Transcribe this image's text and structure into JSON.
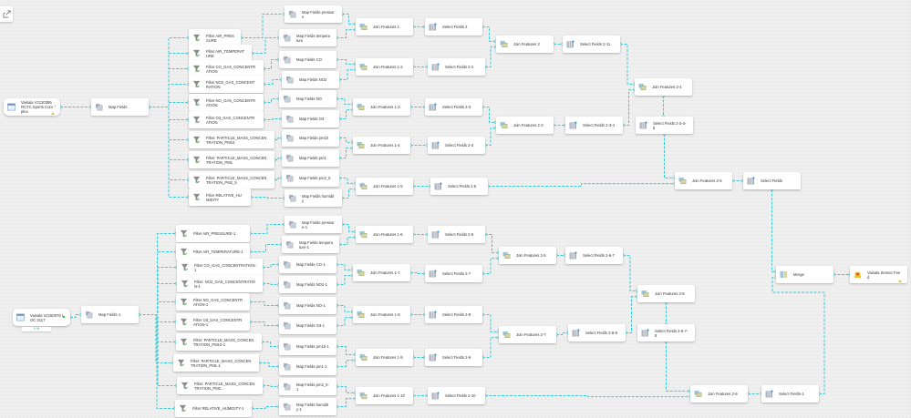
{
  "colors": {
    "edge": "#3fc9d2",
    "node_bg": "#ffffff",
    "canvas": "#efefef",
    "warning": "#f0c419"
  },
  "toolbar": {
    "export_icon": "open-external-icon"
  },
  "nodes": [
    {
      "id": "src1",
      "type": "source",
      "label": "Vaisala V2130395 RCTC Sports Complex",
      "warning": true
    },
    {
      "id": "mf",
      "type": "map",
      "label": "Map Fields"
    },
    {
      "id": "f1",
      "type": "filter",
      "label": "Filter AIR_PRESSURE"
    },
    {
      "id": "f2",
      "type": "filter",
      "label": "Filter AIR_TEMPERATURE"
    },
    {
      "id": "f3",
      "type": "filter",
      "label": "Filter CO_GAS_CONCENTRATION"
    },
    {
      "id": "f4",
      "type": "filter",
      "label": "Filter NO2_GAS_CONCENTRATION"
    },
    {
      "id": "f5",
      "type": "filter",
      "label": "Filter NO_GAS_CONCENTRATION"
    },
    {
      "id": "f6",
      "type": "filter",
      "label": "Filter O3_GAS_CONCENTRATION"
    },
    {
      "id": "f7",
      "type": "filter",
      "label": "Filter: PARTICLE_MASS_CONCENTRATION_PM10"
    },
    {
      "id": "f8",
      "type": "filter",
      "label": "Filter: PARTICLE_MASS_CONCENTRATION_PM1"
    },
    {
      "id": "f9",
      "type": "filter",
      "label": "Filter: PARTICLE_MASS_CONCENTRATION_PM2_5"
    },
    {
      "id": "f10",
      "type": "filter",
      "label": "Filter RELATIVE_HUMIDITY"
    },
    {
      "id": "m1",
      "type": "map",
      "label": "Map Fields pressure"
    },
    {
      "id": "m2",
      "type": "map",
      "label": "Map Fields temperature"
    },
    {
      "id": "m3",
      "type": "map",
      "label": "Map Fields CO"
    },
    {
      "id": "m4",
      "type": "map",
      "label": "Map Fields NO2"
    },
    {
      "id": "m5",
      "type": "map",
      "label": "Map Fields NO"
    },
    {
      "id": "m6",
      "type": "map",
      "label": "Map Fields O3"
    },
    {
      "id": "m7",
      "type": "map",
      "label": "Map Fields pm10"
    },
    {
      "id": "m8",
      "type": "map",
      "label": "Map Fields pm1"
    },
    {
      "id": "m9",
      "type": "map",
      "label": "Map Fields pm2_5"
    },
    {
      "id": "m10",
      "type": "map",
      "label": "Map Fields humidity"
    },
    {
      "id": "j1",
      "type": "join",
      "label": "Join Features 1"
    },
    {
      "id": "j12",
      "type": "join",
      "label": "Join Features 1-2"
    },
    {
      "id": "j13",
      "type": "join",
      "label": "Join Features 1-3"
    },
    {
      "id": "j14",
      "type": "join",
      "label": "Join Features 1-4"
    },
    {
      "id": "j15",
      "type": "join",
      "label": "Join Features 1-5"
    },
    {
      "id": "s2",
      "type": "select",
      "label": "Select Fields 2"
    },
    {
      "id": "s22",
      "type": "select",
      "label": "Select Fields 2-2"
    },
    {
      "id": "s23",
      "type": "select",
      "label": "Select Fields 2-3"
    },
    {
      "id": "s24",
      "type": "select",
      "label": "Select Fields 2-4"
    },
    {
      "id": "s25",
      "type": "select",
      "label": "Select Fields 2-5"
    },
    {
      "id": "j2",
      "type": "join",
      "label": "Join Features 2"
    },
    {
      "id": "s211",
      "type": "select",
      "label": "Select Fields 2-11"
    },
    {
      "id": "j23",
      "type": "join",
      "label": "Join Features 2-3"
    },
    {
      "id": "s234",
      "type": "select",
      "label": "Select Fields 2-3-4"
    },
    {
      "id": "j24",
      "type": "join",
      "label": "Join Features 2-4"
    },
    {
      "id": "s2345",
      "type": "select",
      "label": "Select Fields 2-3-4-5"
    },
    {
      "id": "j26",
      "type": "join",
      "label": "Join Features 2-6"
    },
    {
      "id": "sf",
      "type": "select",
      "label": "Select Fields"
    },
    {
      "id": "merge",
      "type": "merge",
      "label": "Merge"
    },
    {
      "id": "feed",
      "type": "feed",
      "label": "Vaisala Sensor Feed",
      "warning": true
    },
    {
      "id": "src2",
      "type": "source",
      "label": "Vaisala V2150076 IOC 2117",
      "status": "0 %"
    },
    {
      "id": "mfb",
      "type": "map",
      "label": "Map Fields-1"
    },
    {
      "id": "g1",
      "type": "filter",
      "label": "Filter AIR_PRESSURE-1"
    },
    {
      "id": "g2",
      "type": "filter",
      "label": "Filter AIR_TEMPERATURE-1"
    },
    {
      "id": "g3",
      "type": "filter",
      "label": "Filter CO_GAS_CONCENTRATION-1"
    },
    {
      "id": "g4",
      "type": "filter",
      "label": "Filter: NO2_GAS_CONCENTRATION-1"
    },
    {
      "id": "g5",
      "type": "filter",
      "label": "Filter NO_GAS_CONCENTRATION-1"
    },
    {
      "id": "g6",
      "type": "filter",
      "label": "Filter O3_GAS_CONCENTRATION-1"
    },
    {
      "id": "g7",
      "type": "filter",
      "label": "Filter: PARTICLE_MASS_CONCENTRATION_PM10-1"
    },
    {
      "id": "g8",
      "type": "filter",
      "label": "Filter: PARTICLE_MASS_CONCENTRATION_PM1-1"
    },
    {
      "id": "g9",
      "type": "filter",
      "label": "Filter: PARTICLE_MASS_CONCENTRATION_PM2..."
    },
    {
      "id": "g10",
      "type": "filter",
      "label": "Filter RELATIVE_HUMIDITY-1"
    },
    {
      "id": "n1",
      "type": "map",
      "label": "Map Fields pressure-1"
    },
    {
      "id": "n2",
      "type": "map",
      "label": "Map Fields temperature-1"
    },
    {
      "id": "n3",
      "type": "map",
      "label": "Map Fields CO-1"
    },
    {
      "id": "n4",
      "type": "map",
      "label": "Map Fields NO2-1"
    },
    {
      "id": "n5",
      "type": "map",
      "label": "Map Fields NO-1"
    },
    {
      "id": "n6",
      "type": "map",
      "label": "Map Fields O3-1"
    },
    {
      "id": "n7",
      "type": "map",
      "label": "Map Fields pm10-1"
    },
    {
      "id": "n8",
      "type": "map",
      "label": "Map Fields pm1-1"
    },
    {
      "id": "n9",
      "type": "map",
      "label": "Map Fields pm2_5-1"
    },
    {
      "id": "n10",
      "type": "map",
      "label": "Map Fields humidity-1"
    },
    {
      "id": "j16",
      "type": "join",
      "label": "Join Features 1-6"
    },
    {
      "id": "j17",
      "type": "join",
      "label": "Join Features 1-7"
    },
    {
      "id": "j18",
      "type": "join",
      "label": "Join Features 1-8"
    },
    {
      "id": "j19",
      "type": "join",
      "label": "Join Features 1-9"
    },
    {
      "id": "j110",
      "type": "join",
      "label": "Join Features 1-10"
    },
    {
      "id": "s26",
      "type": "select",
      "label": "Select Fields 2-6"
    },
    {
      "id": "s27",
      "type": "select",
      "label": "Select Fields 2-7"
    },
    {
      "id": "s28",
      "type": "select",
      "label": "Select Fields 2-8"
    },
    {
      "id": "s29",
      "type": "select",
      "label": "Select Fields 2-9"
    },
    {
      "id": "s210",
      "type": "select",
      "label": "Select Fields 2-10"
    },
    {
      "id": "j25",
      "type": "join",
      "label": "Join Features 2-5"
    },
    {
      "id": "s267",
      "type": "select",
      "label": "Select Fields 2-6-7"
    },
    {
      "id": "j27",
      "type": "join",
      "label": "Join Features 2-7"
    },
    {
      "id": "s289",
      "type": "select",
      "label": "Select Fields 2-8-9"
    },
    {
      "id": "j28",
      "type": "join",
      "label": "Join Features 2-8"
    },
    {
      "id": "s2678",
      "type": "select",
      "label": "Select Fields 2-6-7-8"
    },
    {
      "id": "j29",
      "type": "join",
      "label": "Join Features 2-9"
    },
    {
      "id": "sf1",
      "type": "select",
      "label": "Select Fields-1"
    }
  ],
  "edges": [
    [
      "src1",
      "mf"
    ],
    [
      "mf",
      "f1"
    ],
    [
      "mf",
      "f2"
    ],
    [
      "mf",
      "f3"
    ],
    [
      "mf",
      "f4"
    ],
    [
      "mf",
      "f5"
    ],
    [
      "mf",
      "f6"
    ],
    [
      "mf",
      "f7"
    ],
    [
      "mf",
      "f8"
    ],
    [
      "mf",
      "f9"
    ],
    [
      "mf",
      "f10"
    ],
    [
      "f1",
      "m1"
    ],
    [
      "f2",
      "m2"
    ],
    [
      "f3",
      "m3"
    ],
    [
      "f4",
      "m4"
    ],
    [
      "f5",
      "m5"
    ],
    [
      "f6",
      "m6"
    ],
    [
      "f7",
      "m7"
    ],
    [
      "f8",
      "m8"
    ],
    [
      "f9",
      "m9"
    ],
    [
      "f10",
      "m10"
    ],
    [
      "m1",
      "j1"
    ],
    [
      "m2",
      "j1"
    ],
    [
      "m3",
      "j12"
    ],
    [
      "m4",
      "j12"
    ],
    [
      "m5",
      "j13"
    ],
    [
      "m6",
      "j13"
    ],
    [
      "m7",
      "j14"
    ],
    [
      "m8",
      "j14"
    ],
    [
      "m9",
      "j15"
    ],
    [
      "m10",
      "j15"
    ],
    [
      "j1",
      "s2"
    ],
    [
      "j12",
      "s22"
    ],
    [
      "j13",
      "s23"
    ],
    [
      "j14",
      "s24"
    ],
    [
      "j15",
      "s25"
    ],
    [
      "s2",
      "j2"
    ],
    [
      "s22",
      "j2"
    ],
    [
      "j2",
      "s211"
    ],
    [
      "s23",
      "j23"
    ],
    [
      "s24",
      "j23"
    ],
    [
      "j23",
      "s234"
    ],
    [
      "s211",
      "j24"
    ],
    [
      "s234",
      "j24"
    ],
    [
      "j24",
      "s2345"
    ],
    [
      "s2345",
      "j26"
    ],
    [
      "s25",
      "j26"
    ],
    [
      "j26",
      "sf"
    ],
    [
      "sf",
      "merge"
    ],
    [
      "src2",
      "mfb"
    ],
    [
      "mfb",
      "g1"
    ],
    [
      "mfb",
      "g2"
    ],
    [
      "mfb",
      "g3"
    ],
    [
      "mfb",
      "g4"
    ],
    [
      "mfb",
      "g5"
    ],
    [
      "mfb",
      "g6"
    ],
    [
      "mfb",
      "g7"
    ],
    [
      "mfb",
      "g8"
    ],
    [
      "mfb",
      "g9"
    ],
    [
      "mfb",
      "g10"
    ],
    [
      "g1",
      "n1"
    ],
    [
      "g2",
      "n2"
    ],
    [
      "g3",
      "n3"
    ],
    [
      "g4",
      "n4"
    ],
    [
      "g5",
      "n5"
    ],
    [
      "g6",
      "n6"
    ],
    [
      "g7",
      "n7"
    ],
    [
      "g8",
      "n8"
    ],
    [
      "g9",
      "n9"
    ],
    [
      "g10",
      "n10"
    ],
    [
      "n1",
      "j16"
    ],
    [
      "n2",
      "j16"
    ],
    [
      "n3",
      "j17"
    ],
    [
      "n4",
      "j17"
    ],
    [
      "n5",
      "j18"
    ],
    [
      "n6",
      "j18"
    ],
    [
      "n7",
      "j19"
    ],
    [
      "n8",
      "j19"
    ],
    [
      "n9",
      "j110"
    ],
    [
      "n10",
      "j110"
    ],
    [
      "j16",
      "s26"
    ],
    [
      "j17",
      "s27"
    ],
    [
      "j18",
      "s28"
    ],
    [
      "j19",
      "s29"
    ],
    [
      "j110",
      "s210"
    ],
    [
      "s26",
      "j25"
    ],
    [
      "s27",
      "j25"
    ],
    [
      "j25",
      "s267"
    ],
    [
      "s28",
      "j27"
    ],
    [
      "s29",
      "j27"
    ],
    [
      "j27",
      "s289"
    ],
    [
      "s267",
      "j28"
    ],
    [
      "s289",
      "j28"
    ],
    [
      "j28",
      "s2678"
    ],
    [
      "s2678",
      "j29"
    ],
    [
      "s210",
      "j29"
    ],
    [
      "j29",
      "sf1"
    ],
    [
      "sf1",
      "merge"
    ],
    [
      "merge",
      "feed"
    ]
  ]
}
